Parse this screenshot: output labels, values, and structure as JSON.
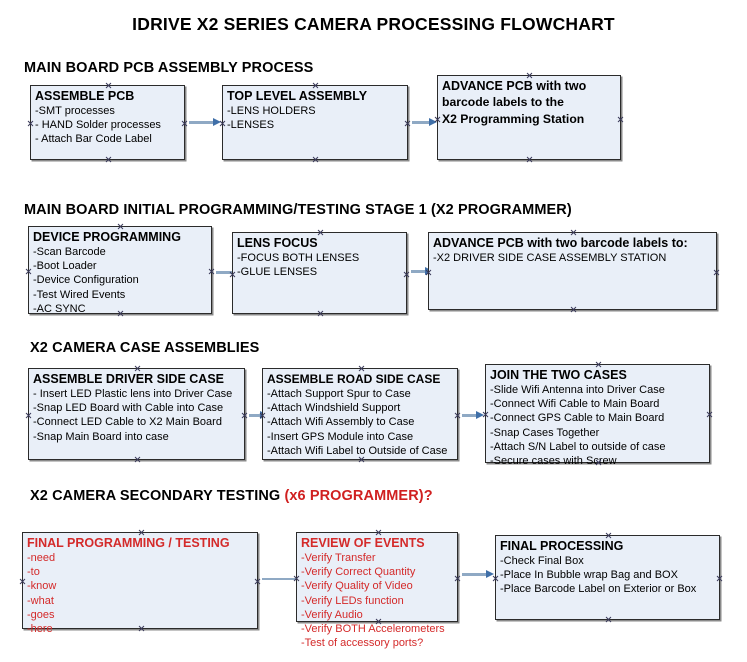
{
  "document": {
    "title": "IDRIVE X2  SERIES CAMERA PROCESSING FLOWCHART",
    "accent_red": "#d42a2a",
    "box_fill": "#e9eff8",
    "arrow_color": "#6a8fb5"
  },
  "sections": [
    {
      "id": "main-board-pcb-assembly-process",
      "heading": "MAIN BOARD PCB ASSEMBLY PROCESS",
      "heading_suffix": "",
      "boxes": [
        {
          "id": "assemble-pcb",
          "title": "ASSEMBLE PCB",
          "items": [
            "-SMT processes",
            "- HAND Solder processes",
            "- Attach Bar Code Label"
          ],
          "style": "normal"
        },
        {
          "id": "top-level-assembly",
          "title": "TOP LEVEL ASSEMBLY",
          "items": [
            "-LENS HOLDERS",
            "-LENSES"
          ],
          "style": "normal"
        },
        {
          "id": "advance-pcb-to-x2-programming-station",
          "title": "ADVANCE PCB with two",
          "items": [
            "barcode labels to the",
            " X2 Programming Station"
          ],
          "style": "bold-body"
        }
      ]
    },
    {
      "id": "main-board-initial-programming-testing-stage-1",
      "heading": "MAIN BOARD INITIAL PROGRAMMING/TESTING STAGE 1 (X2 PROGRAMMER)",
      "heading_suffix": "",
      "boxes": [
        {
          "id": "device-programming",
          "title": "DEVICE PROGRAMMING",
          "items": [
            "-Scan Barcode",
            "-Boot Loader",
            "-Device Configuration",
            "-Test Wired Events",
            "-AC SYNC"
          ],
          "style": "normal"
        },
        {
          "id": "lens-focus",
          "title": "LENS FOCUS",
          "items": [
            "-FOCUS BOTH LENSES",
            "-GLUE LENSES"
          ],
          "style": "normal"
        },
        {
          "id": "advance-pcb-to-driver-side-case-assembly-station",
          "title": "ADVANCE PCB with two barcode labels to:",
          "items": [
            "-X2 DRIVER  SIDE  CASE  ASSEMBLY STATION"
          ],
          "style": "normal"
        }
      ]
    },
    {
      "id": "x2-camera-case-assemblies",
      "heading": "X2 CAMERA CASE ASSEMBLIES",
      "heading_suffix": "",
      "boxes": [
        {
          "id": "assemble-driver-side-case",
          "title": "ASSEMBLE DRIVER SIDE CASE",
          "items": [
            "- Insert LED Plastic lens into Driver Case",
            "-Snap LED Board with Cable into Case",
            "-Connect LED Cable to X2 Main Board",
            "-Snap Main Board into case"
          ],
          "style": "normal"
        },
        {
          "id": "assemble-road-side-case",
          "title": "ASSEMBLE ROAD SIDE CASE",
          "items": [
            "-Attach Support Spur to Case",
            "-Attach Windshield Support",
            "-Attach Wifi Assembly to Case",
            "-Insert GPS Module into Case",
            "-Attach Wifi Label to Outside of Case"
          ],
          "style": "normal"
        },
        {
          "id": "join-the-two-cases",
          "title": "JOIN THE TWO CASES",
          "items": [
            "-Slide Wifi Antenna into Driver Case",
            "-Connect Wifi Cable to Main Board",
            "-Connect GPS Cable to Main Board",
            "-Snap Cases Together",
            "-Attach S/N Label to outside of case",
            "-Secure cases with Screw"
          ],
          "style": "normal"
        }
      ]
    },
    {
      "id": "x2-camera-secondary-testing",
      "heading": "X2 CAMERA SECONDARY TESTING ",
      "heading_suffix": "(x6 PROGRAMMER)?",
      "boxes": [
        {
          "id": "final-programming-testing",
          "title": "FINAL PROGRAMMING / TESTING",
          "items": [
            "-need",
            "-to",
            "-know",
            "-what",
            "-goes",
            "-here"
          ],
          "style": "red"
        },
        {
          "id": "review-of-events",
          "title": "REVIEW OF EVENTS",
          "items": [
            "-Verify Transfer",
            "-Verify Correct Quantity",
            "-Verify Quality of Video",
            "-Verify LEDs function",
            "-Verify Audio",
            "-Verify BOTH Accelerometers",
            "-Test of accessory ports?"
          ],
          "style": "red"
        },
        {
          "id": "final-processing",
          "title": "FINAL PROCESSING",
          "items": [
            " -Check Final Box",
            "-Place In Bubble wrap Bag and BOX",
            "-Place Barcode Label on Exterior or Box"
          ],
          "style": "normal"
        }
      ]
    }
  ]
}
